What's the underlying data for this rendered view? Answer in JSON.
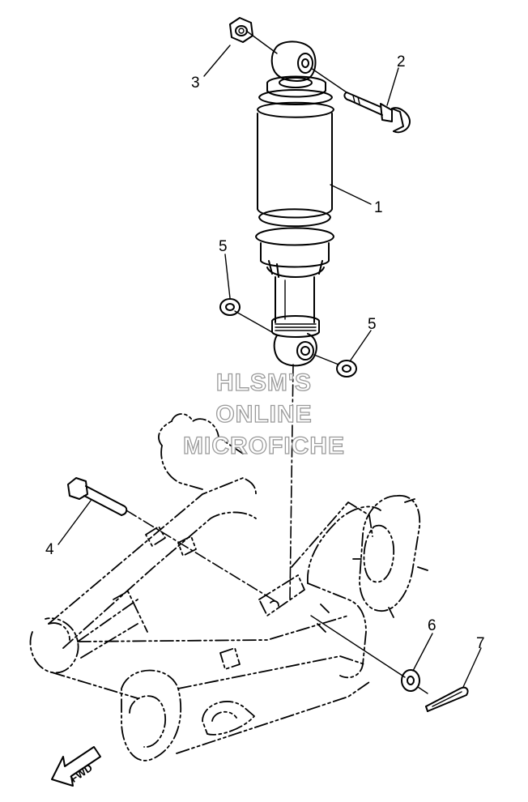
{
  "callouts": {
    "c1": "1",
    "c2": "2",
    "c3": "3",
    "c4": "4",
    "c5a": "5",
    "c5b": "5",
    "c6": "6",
    "c7": "7"
  },
  "watermark": {
    "line1": "HLSM'S",
    "line2": "ONLINE",
    "line3": "MICROFICHE"
  },
  "fwd_label": "FWD",
  "colors": {
    "ink": "#000000",
    "watermark_outline": "#9a9a9a",
    "background": "#ffffff"
  }
}
